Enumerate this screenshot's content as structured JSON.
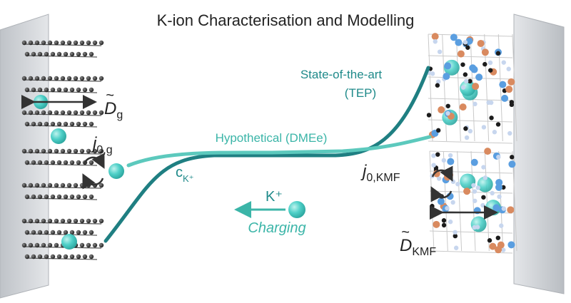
{
  "title": "K-ion Characterisation and Modelling",
  "curves": {
    "tep_label_line1": "State-of-the-art",
    "tep_label_line2": "(TEP)",
    "dmee_label": "Hypothetical (DMEe)",
    "concentration_symbol": "c",
    "concentration_subscript": "K⁺"
  },
  "graphite": {
    "diffusion_symbol": "D",
    "diffusion_subscript": "g",
    "exchange_symbol": "j",
    "exchange_subscript": "0,g"
  },
  "kmf": {
    "exchange_symbol": "j",
    "exchange_subscript": "0,KMF",
    "diffusion_symbol": "D",
    "diffusion_subscript": "KMF"
  },
  "charging": {
    "ion_label": "K⁺",
    "label": "Charging"
  },
  "colors": {
    "tep_curve": "#1f7f82",
    "dmee_curve": "#5cc9bd",
    "ion": "#4fd0c8",
    "text_dark": "#222222",
    "text_teal": "#1f8a8a",
    "text_light_teal": "#3bb5a8",
    "orange_atom": "#d98a5f",
    "blue_atom": "#5a9ee0",
    "collector": "#c9ccd0"
  }
}
